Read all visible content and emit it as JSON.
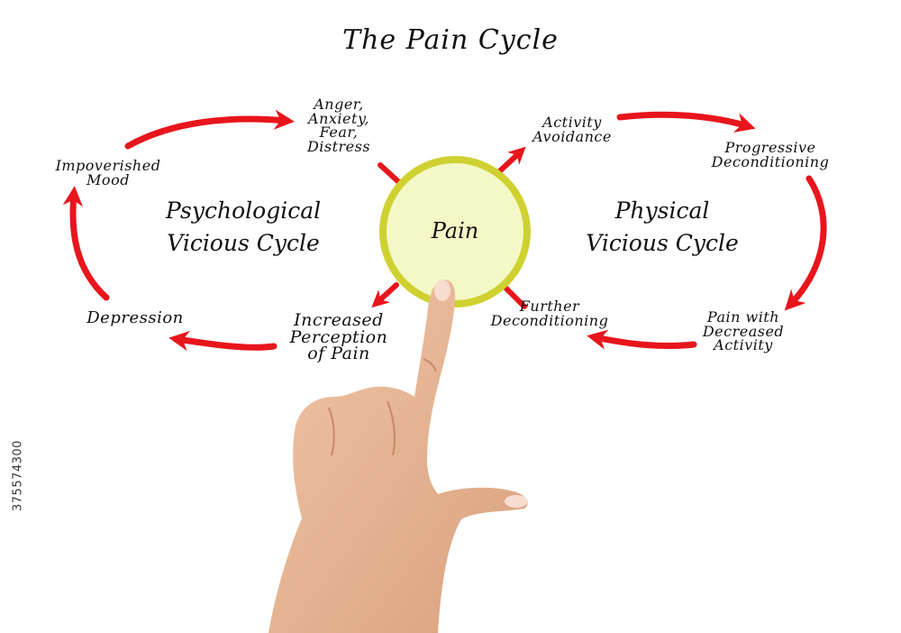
{
  "title": "The Pain Cycle",
  "center": {
    "label": "Pain",
    "fill": "#f3f8c6",
    "stroke": "#cfd131"
  },
  "left_cycle": {
    "name": "Psychological\nVicious Cycle",
    "steps": [
      "Anger,\nAnxiety,\nFear,\nDistress",
      "Increased\nPerception\nof Pain",
      "Depression",
      "Impoverished\nMood"
    ]
  },
  "right_cycle": {
    "name": "Physical\nVicious Cycle",
    "steps": [
      "Activity\nAvoidance",
      "Progressive\nDeconditioning",
      "Pain with\nDecreased\nActivity",
      "Further\nDeconditioning"
    ]
  },
  "arrow_color": "#e8151c",
  "stock_id": "375574300"
}
